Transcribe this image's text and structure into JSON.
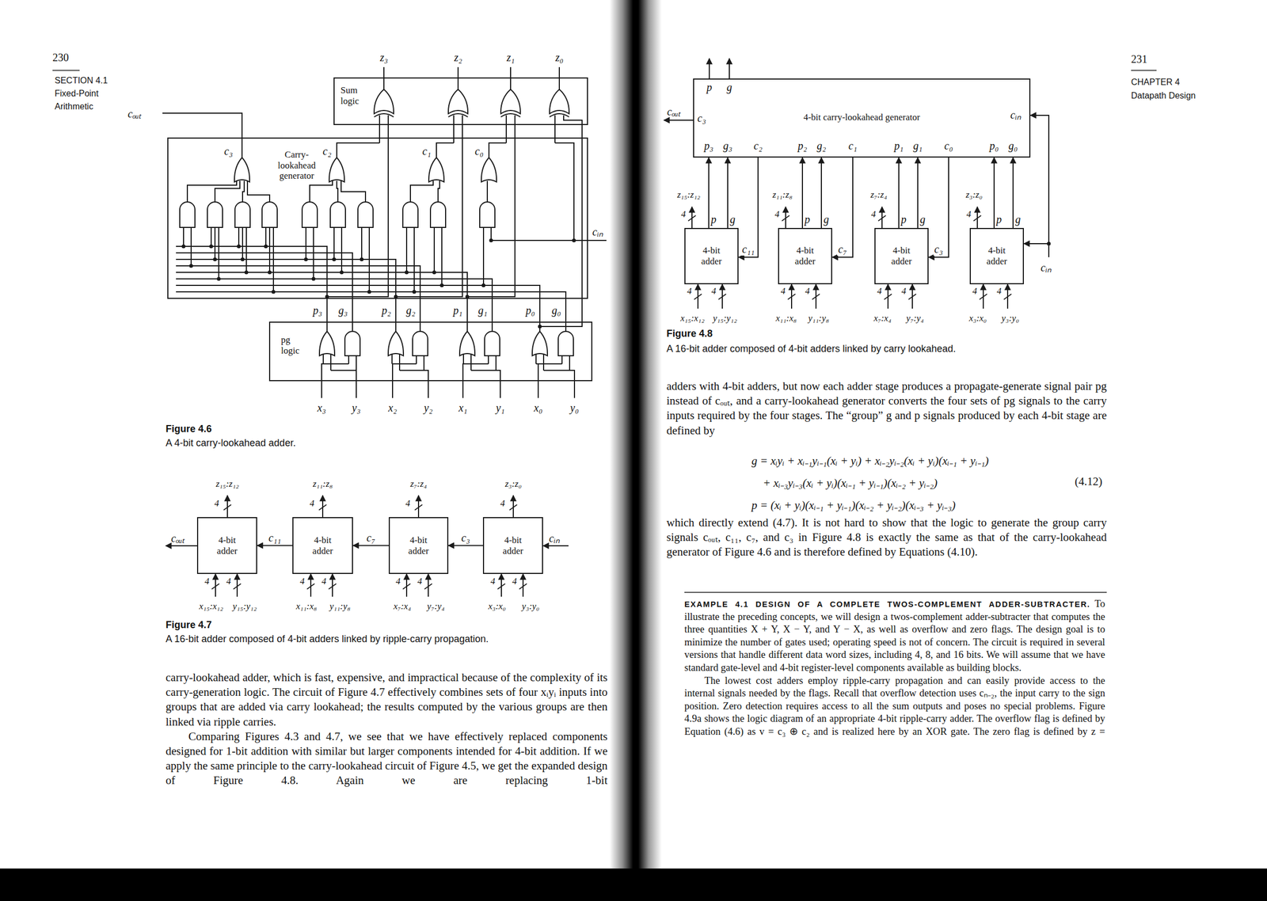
{
  "diagram": {
    "nodes": [
      {
        "text": [
          "Sum logic"
        ]
      },
      {
        "text": [
          "Carry- lookahead generator"
        ]
      },
      {
        "text": [
          "pg logic"
        ]
      },
      {
        "text": [
          "4-bit adder"
        ]
      },
      {
        "text": [
          "4-bit adder"
        ]
      },
      {
        "text": [
          "4-bit adder"
        ]
      },
      {
        "text": [
          "4-bit adder"
        ]
      },
      {
        "text": [
          "4-bit carry-lookahead generator"
        ]
      },
      {
        "text": [
          "4-bit adder"
        ]
      },
      {
        "text": [
          "4-bit adder"
        ]
      },
      {
        "text": [
          "4-bit adder"
        ]
      },
      {
        "text": [
          "4-bit adder"
        ]
      }
    ],
    "edges": [
      {
        "from": 2,
        "to": 1,
        "arrow": "none"
      },
      {
        "from": 1,
        "to": 0,
        "arrow": "none"
      },
      {
        "from": 2,
        "to": 0,
        "arrow": "none"
      },
      {
        "from": 6,
        "to": 5,
        "label": "c₃",
        "arrow": "to"
      },
      {
        "from": 5,
        "to": 4,
        "label": "c₇",
        "arrow": "to"
      },
      {
        "from": 4,
        "to": 3,
        "label": "c₁₁",
        "arrow": "to"
      },
      {
        "from": 8,
        "to": 7,
        "arrow": "to"
      },
      {
        "from": 9,
        "to": 7,
        "arrow": "to"
      },
      {
        "from": 10,
        "to": 7,
        "arrow": "to"
      },
      {
        "from": 11,
        "to": 7,
        "arrow": "to"
      },
      {
        "from": 7,
        "to": 8,
        "label": "c₁₁",
        "arrow": "to"
      },
      {
        "from": 7,
        "to": 9,
        "label": "c₇",
        "arrow": "to"
      },
      {
        "from": 7,
        "to": 10,
        "label": "c₃",
        "arrow": "to"
      }
    ],
    "labels": [
      "230",
      "SECTION 4.1",
      "Fixed-Point",
      "Arithmetic",
      "z₃",
      "z₂",
      "z₁",
      "z₀",
      "cₒᵤₜ",
      "c₃",
      "c₂",
      "c₁",
      "c₀",
      "cᵢₙ",
      "p₃",
      "g₃",
      "p₂",
      "g₂",
      "p₁",
      "g₁",
      "p₀",
      "g₀",
      "x₃",
      "y₃",
      "x₂",
      "y₂",
      "x₁",
      "y₁",
      "x₀",
      "y₀",
      "Figure 4.6",
      "A 4-bit carry-lookahead adder.",
      "z₁₅:z₁₂",
      "z₁₁:z₈",
      "z₇:z₄",
      "z₃:z₀",
      "4",
      "4",
      "4",
      "4",
      "cₒᵤₜ",
      "cᵢₙ",
      "4",
      "4",
      "4",
      "4",
      "4",
      "4",
      "4",
      "4",
      "x₁₅:x₁₂",
      "y₁₅:y₁₂",
      "x₁₁:x₈",
      "y₁₁:y₈",
      "x₇:x₄",
      "y₇:y₄",
      "x₃:x₀",
      "y₃:y₀",
      "Figure 4.7",
      "A 16-bit adder composed of 4-bit adders linked by ripple-carry propagation.",
      "carry-lookahead adder, which is fast, expensive, and impractical because of the complexity of its carry-generation logic. The circuit of Figure 4.7 effectively combines sets of four xᵢyᵢ inputs into groups that are added via carry lookahead; the results computed by the various groups are then linked via ripple carries.",
      "Comparing Figures 4.3 and 4.7, we see that we have effectively replaced components designed for 1-bit addition with similar but larger components intended for 4-bit addition. If we apply the same principle to the carry-lookahead circuit of Figure 4.5, we get the expanded design of Figure 4.8. Again we are replacing 1-bit",
      "231",
      "CHAPTER 4",
      "Datapath Design",
      "p",
      "g",
      "cₒᵤₜ",
      "c₃",
      "cᵢₙ",
      "p₃",
      "g₃",
      "c₂",
      "p₂",
      "g₂",
      "c₁",
      "p₁",
      "g₁",
      "c₀",
      "p₀",
      "g₀",
      "z₁₅:z₁₂",
      "z₁₁:z₈",
      "z₇:z₄",
      "z₃:z₀",
      "4",
      "4",
      "4",
      "4",
      "p",
      "g",
      "p",
      "g",
      "p",
      "g",
      "p",
      "g",
      "cᵢₙ",
      "4",
      "4",
      "4",
      "4",
      "4",
      "4",
      "4",
      "4",
      "x₁₅:x₁₂",
      "y₁₅:y₁₂",
      "x₁₁:x₈",
      "y₁₁:y₈",
      "x₇:x₄",
      "y₇:y₄",
      "x₃:x₀",
      "y₃:y₀",
      "Figure 4.8",
      "A 16-bit adder composed of 4-bit adders linked by carry lookahead.",
      "adders with 4-bit adders, but now each adder stage produces a propagate-generate signal pair pg instead of cₒᵤₜ, and a carry-lookahead generator converts the four sets of pg signals to the carry inputs required by the four stages. The “group” g and p signals produced by each 4-bit stage are defined by",
      "g = xᵢyᵢ + xᵢ₋₁yᵢ₋₁(xᵢ + yᵢ) + xᵢ₋₂yᵢ₋₂(xᵢ + yᵢ)(xᵢ₋₁ + yᵢ₋₁)",
      "+ xᵢ₋₃yᵢ₋₃(xᵢ + yᵢ)(xᵢ₋₁ + yᵢ₋₁)(xᵢ₋₂ + yᵢ₋₂)",
      "p = (xᵢ + yᵢ)(xᵢ₋₁ + yᵢ₋₁)(xᵢ₋₂ + yᵢ₋₂)(xᵢ₋₃ + yᵢ₋₃)",
      "(4.12)",
      "which directly extend (4.7). It is not hard to show that the logic to generate the group carry signals cₒᵤₜ, c₁₁, c₇, and c₃ in Figure 4.8 is exactly the same as that of the carry-lookahead generator of Figure 4.6 and is therefore defined by Equations (4.10).",
      "EXAMPLE 4.1 DESIGN OF A COMPLETE TWOS-COMPLEMENT ADDER-SUBTRACTER.",
      "To illustrate the preceding concepts, we will design a twos-complement adder-subtracter that computes the three quantities X + Y, X − Y, and Y − X, as well as overflow and zero flags. The design goal is to minimize the number of gates used; operating speed is not of concern. The circuit is required in several versions that handle different data word sizes, including 4, 8, and 16 bits. We will assume that we have standard gate-level and 4-bit register-level components available as building blocks.",
      "The lowest cost adders employ ripple-carry propagation and can easily provide access to the internal signals needed by the flags. Recall that overflow detection uses cₙ₋₂, the input carry to the sign position. Zero detection requires access to all the sum outputs and poses no special problems. Figure 4.9a shows the logic diagram of an appropriate 4-bit ripple-carry adder. The overflow flag is defined by Equation (4.6) as v = c₃ ⊕ c₂ and is realized here by an XOR gate. The zero flag is defined by z ="
    ]
  }
}
